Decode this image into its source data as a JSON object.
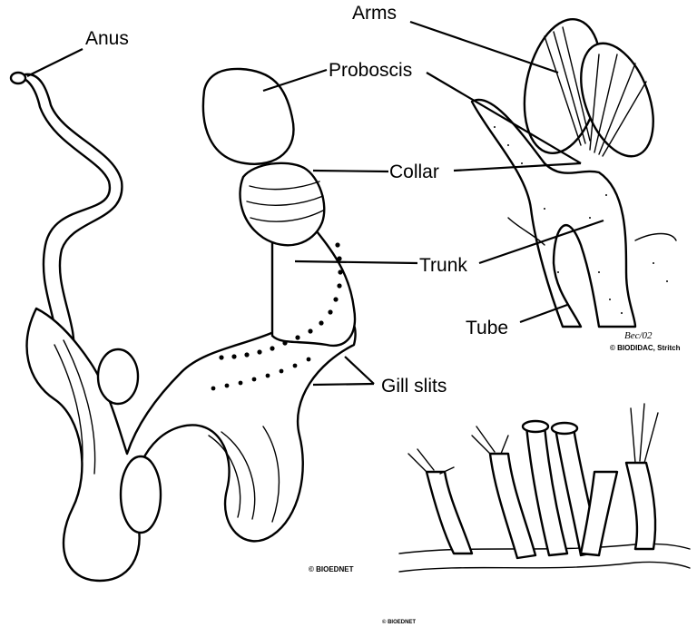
{
  "labels": {
    "anus": "Anus",
    "proboscis": "Proboscis",
    "arms": "Arms",
    "collar": "Collar",
    "trunk": "Trunk",
    "tube": "Tube",
    "gill_slits": "Gill slits"
  },
  "credits": {
    "signature": "Bec/02",
    "biodidac": "© BIODIDAC, Stritch",
    "biodnet_main": "© BIOEDNET",
    "biodnet_small": "© BIOEDNET"
  }
}
